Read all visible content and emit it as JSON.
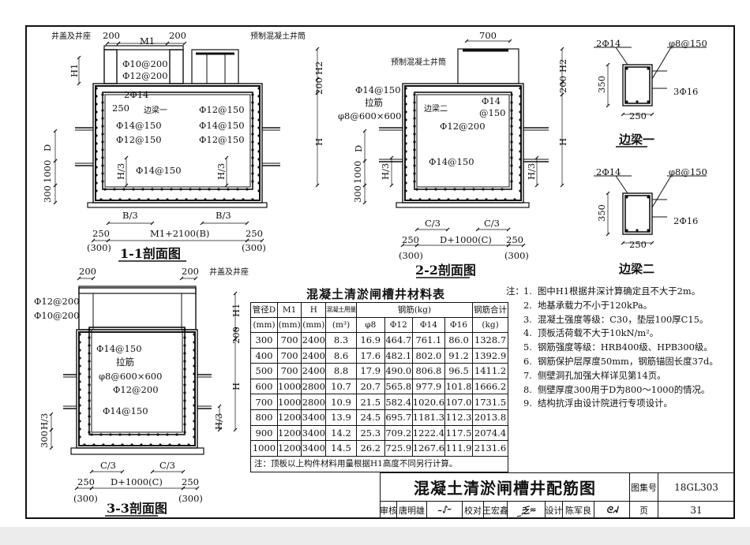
{
  "sheet": {
    "accent": "#111111"
  },
  "section_1_1": {
    "title": "1-1剖面图",
    "labels": [
      "井盖及井座",
      "200",
      "M1",
      "200",
      "预制混凝土井筒",
      "H1",
      "Φ10@200",
      "Φ12@200",
      "2Φ14",
      "250",
      "边梁一",
      "Φ12@150",
      "Φ14@150",
      "Φ14@150",
      "Φ12@150",
      "Φ12@150",
      "D",
      "H/3",
      "H/3",
      "Φ14@150",
      "1000",
      "300",
      "B/3",
      "B/3",
      "250",
      "M1+2100(B)",
      "250",
      "(300)",
      "(300)",
      "H2",
      "200",
      "H"
    ]
  },
  "section_2_2": {
    "title": "2-2剖面图",
    "labels": [
      "700",
      "预制混凝土井筒",
      "Φ14@150",
      "拉筋",
      "φ8@600×600",
      "边梁二",
      "Φ14",
      "@150",
      "Φ12@200",
      "Φ14@150",
      "D",
      "H/3",
      "H/3",
      "1000",
      "300",
      "C/3",
      "C/3",
      "250",
      "D+1000(C)",
      "250",
      "(300)",
      "(300)",
      "H2",
      "200",
      "H"
    ]
  },
  "section_3_3": {
    "title": "3-3剖面图",
    "labels": [
      "200",
      "200",
      "井盖及井座",
      "Φ12@200",
      "Φ10@200",
      "Φ14@150",
      "拉筋",
      "φ8@600×600",
      "Φ12@200",
      "Φ14@150",
      "H/3",
      "300",
      "H/3",
      "C/3",
      "C/3",
      "250",
      "D+1000(C)",
      "250",
      "(300)",
      "(300)",
      "H1",
      "200",
      "H"
    ]
  },
  "beam_1": {
    "title": "边梁一",
    "labels": [
      "2Φ14",
      "φ8@150",
      "350",
      "3Φ16",
      "250"
    ]
  },
  "beam_2": {
    "title": "边梁二",
    "labels": [
      "2Φ14",
      "φ8@150",
      "350",
      "2Φ16",
      "250"
    ]
  },
  "material_table": {
    "title": "混凝土清淤闸槽井材料表",
    "headers": {
      "pipe_d": "管径D",
      "pipe_d_unit": "(mm)",
      "m1": "M1",
      "m1_unit": "(mm)",
      "h": "H",
      "h_unit": "(mm)",
      "concrete": "混凝土用量",
      "concrete_unit": "(m³)",
      "steel": "钢筋(kg)",
      "d8": "φ8",
      "d12": "Φ12",
      "d14": "Φ14",
      "d16": "Φ16",
      "total": "钢筋合计",
      "total_unit": "(kg)"
    },
    "rows": [
      [
        "300",
        "700",
        "2400",
        "8.3",
        "16.9",
        "464.7",
        "761.1",
        "86.0",
        "1328.7"
      ],
      [
        "400",
        "700",
        "2400",
        "8.6",
        "17.6",
        "482.1",
        "802.0",
        "91.2",
        "1392.9"
      ],
      [
        "500",
        "700",
        "2400",
        "8.8",
        "17.9",
        "490.0",
        "806.8",
        "96.5",
        "1411.2"
      ],
      [
        "600",
        "1000",
        "2800",
        "10.7",
        "20.7",
        "565.8",
        "977.9",
        "101.8",
        "1666.2"
      ],
      [
        "700",
        "1000",
        "2800",
        "10.9",
        "21.5",
        "582.4",
        "1020.6",
        "107.0",
        "1731.5"
      ],
      [
        "800",
        "1200",
        "3400",
        "13.9",
        "24.5",
        "695.7",
        "1181.3",
        "112.3",
        "2013.8"
      ],
      [
        "900",
        "1200",
        "3400",
        "14.2",
        "25.3",
        "709.2",
        "1222.4",
        "117.5",
        "2074.4"
      ],
      [
        "1000",
        "1200",
        "3400",
        "14.5",
        "26.2",
        "725.9",
        "1267.6",
        "111.9",
        "2131.6"
      ]
    ],
    "note": "注：顶板以上构件材料用量根据H1高度不同另行计算。"
  },
  "notes": {
    "prefix": "注：",
    "items": [
      "图中H1根据井深计算确定且不大于2m。",
      "地基承载力不小于120kPa。",
      "混凝土强度等级：C30，垫层100厚C15。",
      "顶板活荷载不大于10kN/m²。",
      "钢筋强度等级：HRB400级、HPB300级。",
      "钢筋保护层厚度50mm，钢筋锚固长度37d。",
      "侧壁洞孔加强大样详见第14页。",
      "侧壁厚度300用于D为800～1000的情况。",
      "结构抗浮由设计院进行专项设计。"
    ]
  },
  "title_block": {
    "drawing_title": "混凝土清淤闸槽井配筋图",
    "atlas_label": "图集号",
    "atlas_no": "18GL303",
    "review_label": "审核",
    "reviewer": "唐明雄",
    "reviewer_sig": "唐明雄",
    "check_label": "校对",
    "checker": "王宏鑫",
    "checker_sig": "王宏鑫",
    "design_label": "设计",
    "designer": "陈军良",
    "designer_sig": "陈军良",
    "page_label": "页",
    "page_no": "31"
  }
}
